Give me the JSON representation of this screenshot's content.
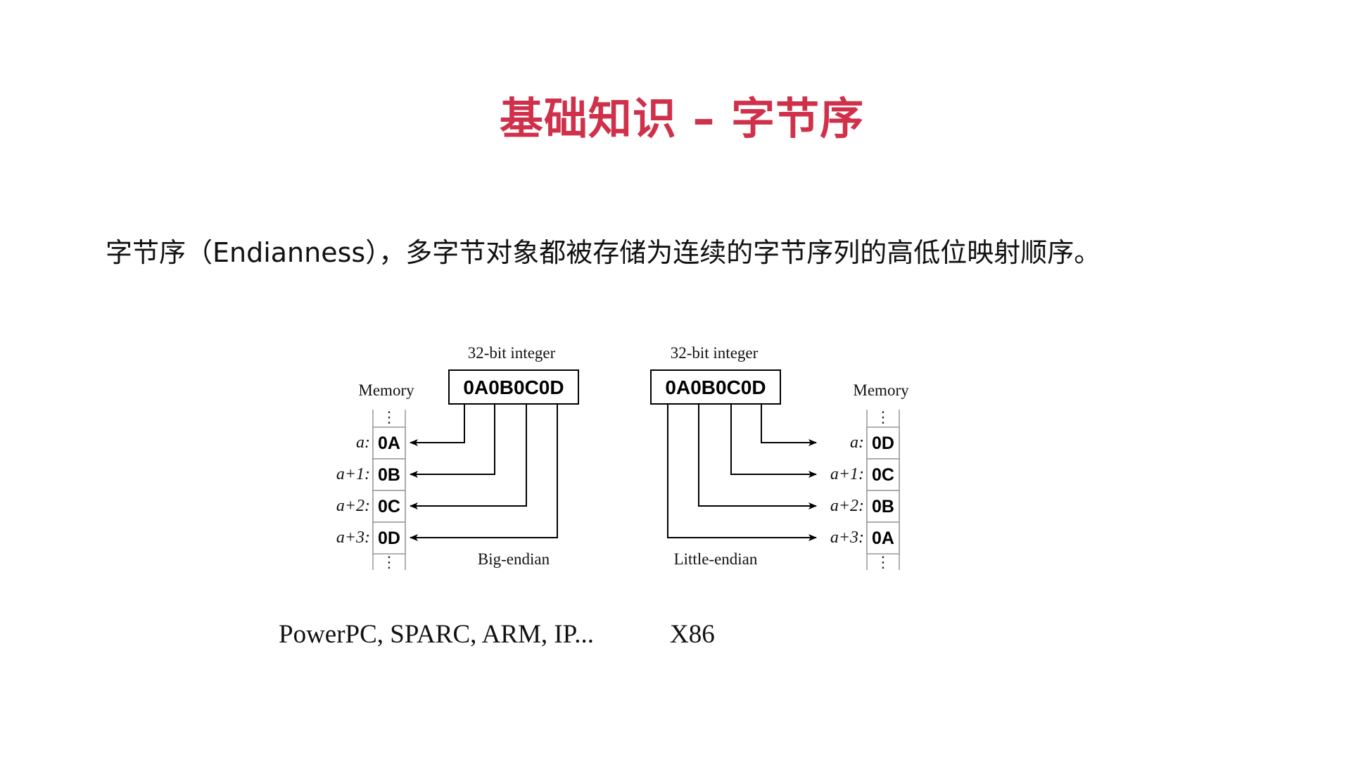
{
  "title": "基础知识 – 字节序",
  "description": "字节序（Endianness），多字节对象都被存储为连续的字节序列的高低位映射顺序。",
  "big_endian": {
    "header": "32-bit integer",
    "value": "0A0B0C0D",
    "memory_label": "Memory",
    "addresses": [
      "a:",
      "a+1:",
      "a+2:",
      "a+3:"
    ],
    "bytes": [
      "0A",
      "0B",
      "0C",
      "0D"
    ],
    "caption": "Big-endian",
    "platforms": "PowerPC, SPARC, ARM, IP..."
  },
  "little_endian": {
    "header": "32-bit integer",
    "value": "0A0B0C0D",
    "memory_label": "Memory",
    "addresses": [
      "a:",
      "a+1:",
      "a+2:",
      "a+3:"
    ],
    "bytes": [
      "0D",
      "0C",
      "0B",
      "0A"
    ],
    "caption": "Little-endian",
    "platforms": "X86"
  },
  "ellipsis": "⋮"
}
